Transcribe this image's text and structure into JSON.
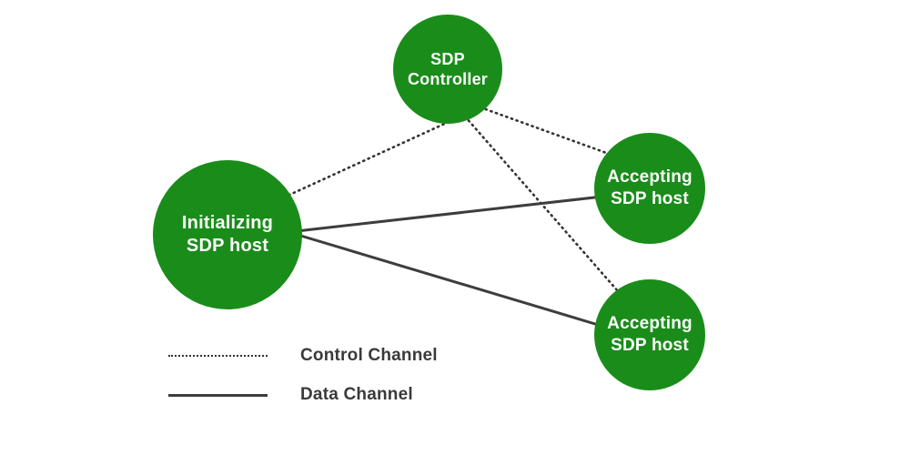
{
  "colors": {
    "node-green": "#1A8C1A",
    "node-text": "#ffffff",
    "control-line": "#333333",
    "data-line": "#3d3d3d",
    "legend-text": "#3a3a3a",
    "background": "#ffffff"
  },
  "nodes": {
    "controller": {
      "label": "SDP\nController"
    },
    "initializing": {
      "label": "Initializing\nSDP host"
    },
    "accepting_top": {
      "label": "Accepting\nSDP host"
    },
    "accepting_bottom": {
      "label": "Accepting\nSDP host"
    }
  },
  "edges": [
    {
      "type": "control",
      "from": "SDP Controller",
      "to": "Initializing SDP host"
    },
    {
      "type": "control",
      "from": "SDP Controller",
      "to": "Accepting SDP host (top)"
    },
    {
      "type": "control",
      "from": "SDP Controller",
      "to": "Accepting SDP host (bottom)"
    },
    {
      "type": "data",
      "from": "Initializing SDP host",
      "to": "Accepting SDP host (top)"
    },
    {
      "type": "data",
      "from": "Initializing SDP host",
      "to": "Accepting SDP host (bottom)"
    }
  ],
  "legend": {
    "control_label": "Control Channel",
    "data_label": "Data Channel"
  }
}
